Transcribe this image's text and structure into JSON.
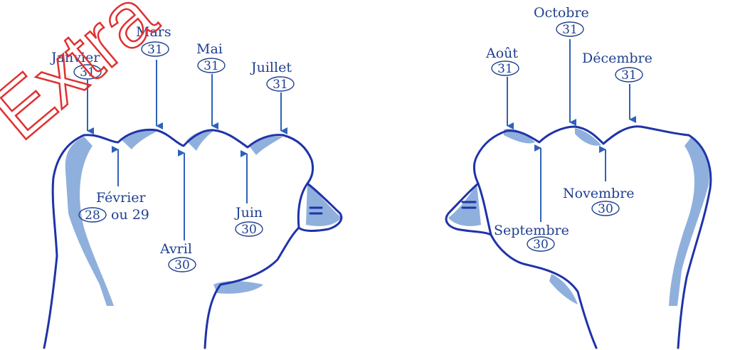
{
  "watermark": "Extra",
  "colors": {
    "ink": "#1f3f8f",
    "outline": "#1f33a8",
    "shade": "#8fb0dc",
    "arrow": "#2f62b8",
    "watermark": "#e03030"
  },
  "left_hand": {
    "january": {
      "label": "Janvier",
      "days": "31"
    },
    "february": {
      "label": "Février",
      "days": "28",
      "extra": "ou 29"
    },
    "march": {
      "label": "Mars",
      "days": "31"
    },
    "april": {
      "label": "Avril",
      "days": "30"
    },
    "may": {
      "label": "Mai",
      "days": "31"
    },
    "june": {
      "label": "Juin",
      "days": "30"
    },
    "july": {
      "label": "Juillet",
      "days": "31"
    }
  },
  "right_hand": {
    "august": {
      "label": "Août",
      "days": "31"
    },
    "september": {
      "label": "Septembre",
      "days": "30"
    },
    "october": {
      "label": "Octobre",
      "days": "31"
    },
    "november": {
      "label": "Novembre",
      "days": "30"
    },
    "december": {
      "label": "Décembre",
      "days": "31"
    }
  }
}
